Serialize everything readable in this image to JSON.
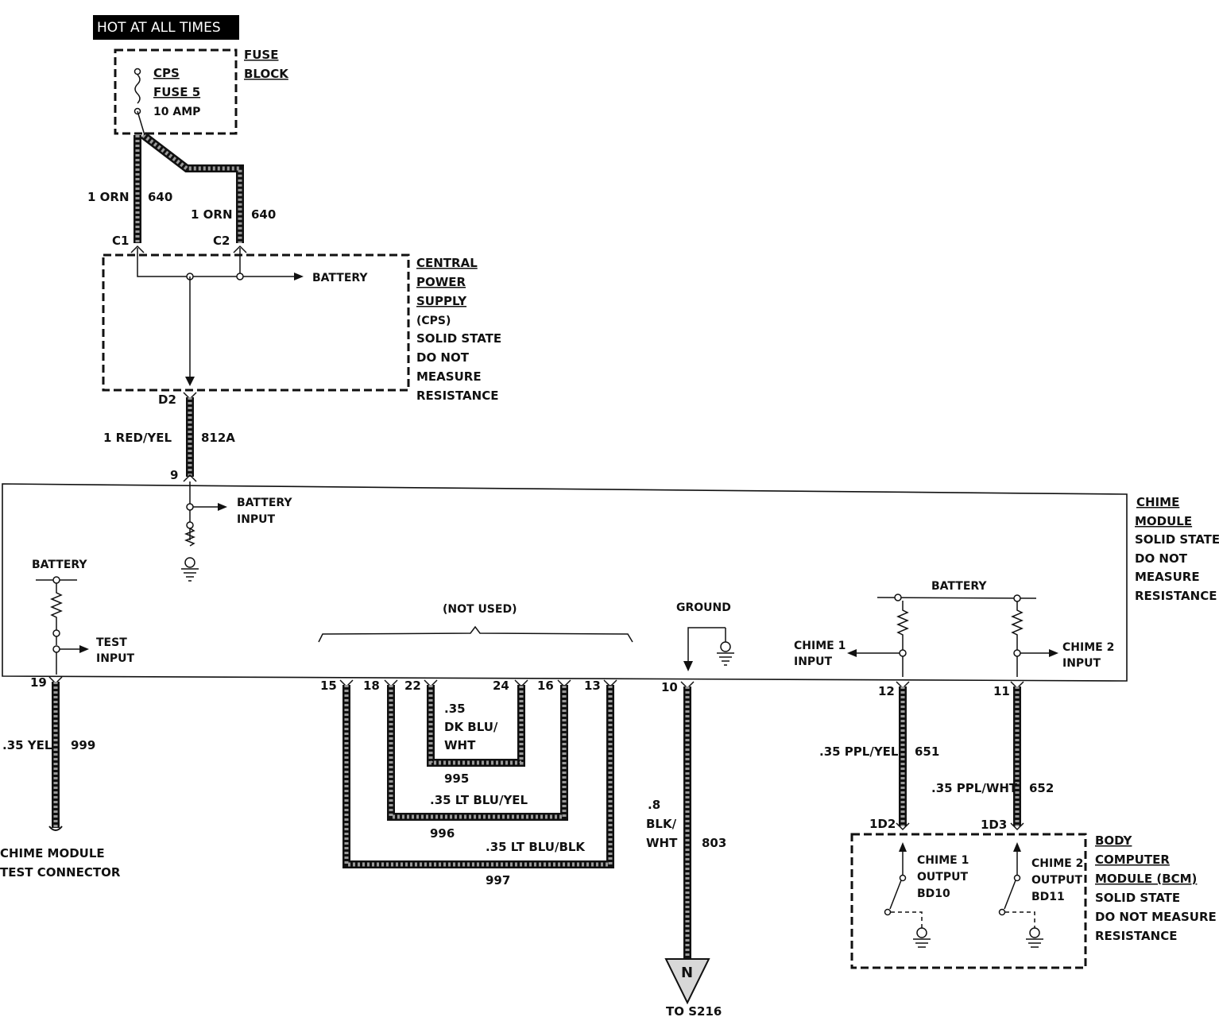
{
  "header": {
    "hot_label": "HOT AT ALL TIMES"
  },
  "fuse_block": {
    "title_line1": "FUSE",
    "title_line2": "BLOCK",
    "fuse_line1": "CPS",
    "fuse_line2": "FUSE 5",
    "fuse_rating": "10 AMP"
  },
  "wires": {
    "c1_gauge": "1 ORN",
    "c1_circuit": "640",
    "c2_gauge": "1 ORN",
    "c2_circuit": "640",
    "d2_gauge": "1 RED/YEL",
    "d2_circuit": "812A",
    "w19_gauge": ".35 YEL",
    "w19_circuit": "999",
    "w995_l1": ".35",
    "w995_l2": "DK BLU/",
    "w995_l3": "WHT",
    "w995_circuit": "995",
    "w996_gauge": ".35 LT BLU/YEL",
    "w996_circuit": "996",
    "w997_gauge": ".35 LT BLU/BLK",
    "w997_circuit": "997",
    "w10_l1": ".8",
    "w10_l2": "BLK/",
    "w10_l3": "WHT",
    "w10_circuit": "803",
    "w12_gauge": ".35 PPL/YEL",
    "w12_circuit": "651",
    "w11_gauge": ".35 PPL/WHT",
    "w11_circuit": "652"
  },
  "cps": {
    "lines": [
      "CENTRAL",
      "POWER",
      "SUPPLY",
      "(CPS)",
      "SOLID STATE",
      "DO NOT",
      "MEASURE",
      "RESISTANCE"
    ],
    "battery_label": "BATTERY",
    "pin_c1": "C1",
    "pin_c2": "C2",
    "pin_d2": "D2"
  },
  "chime": {
    "lines": [
      "CHIME",
      "MODULE",
      "SOLID STATE",
      "DO NOT",
      "MEASURE",
      "RESISTANCE"
    ],
    "battery_input_l1": "BATTERY",
    "battery_input_l2": "INPUT",
    "battery_left": "BATTERY",
    "test_input_l1": "TEST",
    "test_input_l2": "INPUT",
    "not_used": "(NOT USED)",
    "ground": "GROUND",
    "battery_right": "BATTERY",
    "chime1_input_l1": "CHIME 1",
    "chime1_input_l2": "INPUT",
    "chime2_input_l1": "CHIME 2",
    "chime2_input_l2": "INPUT",
    "pins": {
      "p9": "9",
      "p19": "19",
      "p15": "15",
      "p18": "18",
      "p22": "22",
      "p24": "24",
      "p16": "16",
      "p13": "13",
      "p10": "10",
      "p12": "12",
      "p11": "11"
    }
  },
  "test_connector": {
    "line1": "CHIME MODULE",
    "line2": "TEST CONNECTOR"
  },
  "bcm": {
    "lines": [
      "BODY",
      "COMPUTER",
      "MODULE (BCM)",
      "SOLID STATE",
      "DO NOT MEASURE",
      "RESISTANCE"
    ],
    "pin_1d2": "1D2",
    "pin_1d3": "1D3",
    "out1_l1": "CHIME 1",
    "out1_l2": "OUTPUT",
    "out1_l3": "BD10",
    "out2_l1": "CHIME 2",
    "out2_l2": "OUTPUT",
    "out2_l3": "BD11"
  },
  "ground_ref": {
    "letter": "N",
    "label": "TO S216"
  }
}
